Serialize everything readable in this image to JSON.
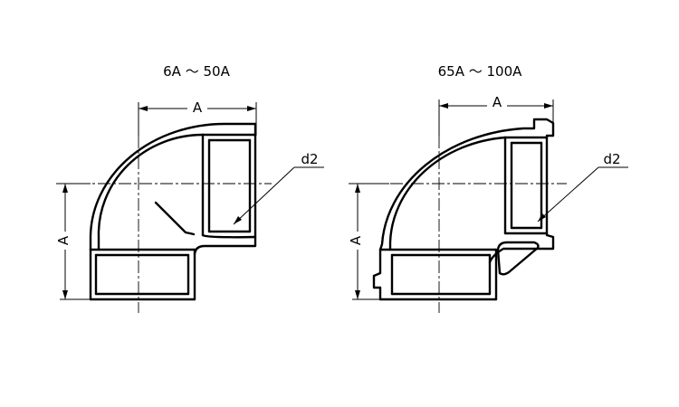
{
  "left_drawing": {
    "title": "6A ～ 50A",
    "dim_horizontal": "A",
    "dim_vertical": "A",
    "thread_label": "d2"
  },
  "right_drawing": {
    "title": "65A ～ 100A",
    "dim_horizontal": "A",
    "dim_vertical": "A",
    "thread_label": "d2"
  }
}
